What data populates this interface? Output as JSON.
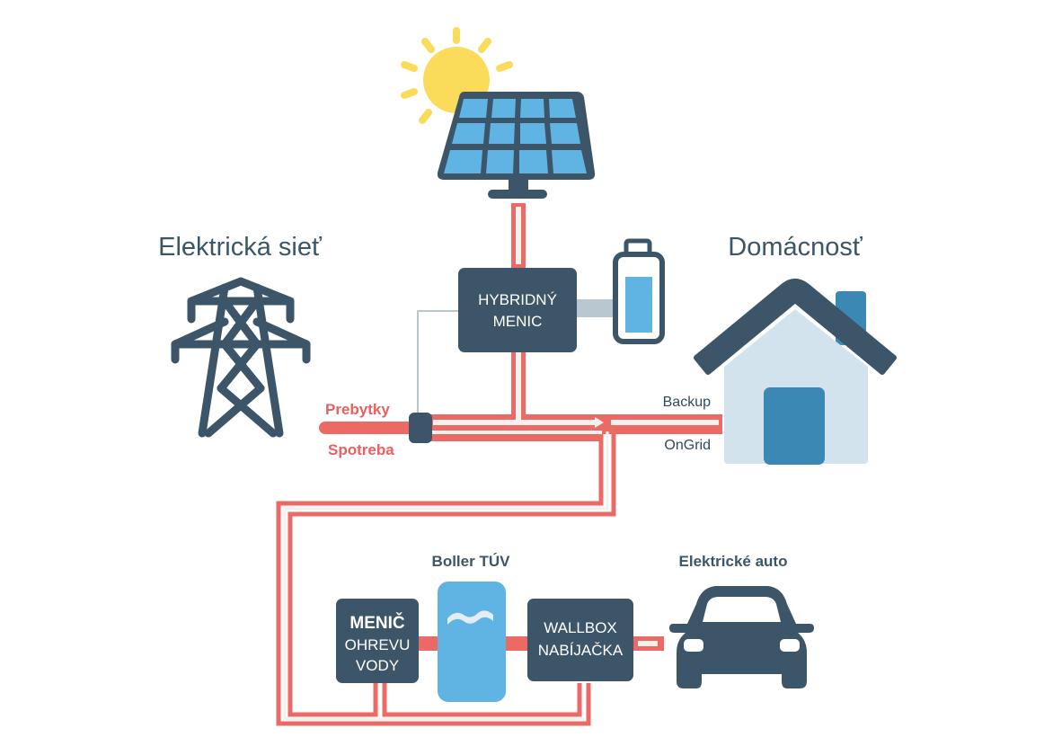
{
  "nodes": {
    "grid": {
      "label": "Elektrická sieť",
      "icon": "power-tower-icon"
    },
    "household": {
      "label": "Domácnosť",
      "icon": "house-icon"
    },
    "solar": {
      "icon": "solar-panel-icon",
      "sun_icon": "sun-icon"
    },
    "hybrid_inverter": {
      "line1": "HYBRIDNÝ",
      "line2": "MENIC"
    },
    "battery": {
      "icon": "battery-icon",
      "charge_fraction": 0.75
    },
    "water_heater_inverter": {
      "line1": "MENIČ",
      "line2": "OHREVU",
      "line3": "VODY"
    },
    "boiler": {
      "label": "Boller TÚV",
      "icon": "water-tank-icon"
    },
    "wallbox": {
      "line1": "WALLBOX",
      "line2": "NABÍJAČKA"
    },
    "ev": {
      "label": "Elektrické auto",
      "icon": "car-icon"
    },
    "meter": {
      "icon": "meter-icon"
    }
  },
  "flows": {
    "surplus": "Prebytky",
    "consumption": "Spotreba",
    "backup": "Backup",
    "ongrid": "OnGrid"
  },
  "colors": {
    "dark": "#3d5568",
    "line": "#ec6a66",
    "panel": "#5fb4e3",
    "sun": "#fbdc5a",
    "house_wall": "#d3e3ee",
    "house_door": "#3a88b3",
    "battery_fill": "#5fb4e3",
    "battery_link": "#b9c7d1"
  }
}
